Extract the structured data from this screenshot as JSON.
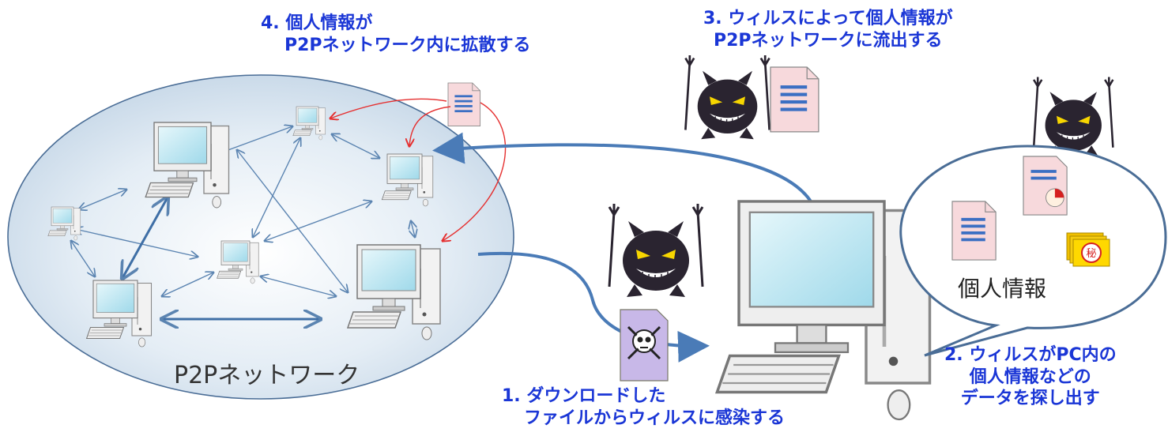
{
  "network": {
    "label": "P2Pネットワーク"
  },
  "bubble": {
    "label": "個人情報",
    "secret_mark": "秘"
  },
  "steps": {
    "s1": {
      "line1": "1. ダウンロードした",
      "line2": "ファイルからウィルスに感染する"
    },
    "s2": {
      "line1": "2. ウィルスがPC内の",
      "line2": "個人情報などの",
      "line3": "データを探し出す"
    },
    "s3": {
      "line1": "3. ウィルスによって個人情報が",
      "line2": "P2Pネットワークに流出する"
    },
    "s4": {
      "line1": "4. 個人情報が",
      "line2": "P2Pネットワーク内に拡散する"
    }
  },
  "colors": {
    "step_text": "#1a36d6",
    "flow_arrow": "#4a7bb7",
    "spread_arrow": "#e53030",
    "devil": "#2a2430",
    "document": "#f7d9dc"
  },
  "icons": [
    "computer-icon",
    "devil-icon",
    "document-icon",
    "skull-document-icon",
    "secret-folder-icon"
  ]
}
